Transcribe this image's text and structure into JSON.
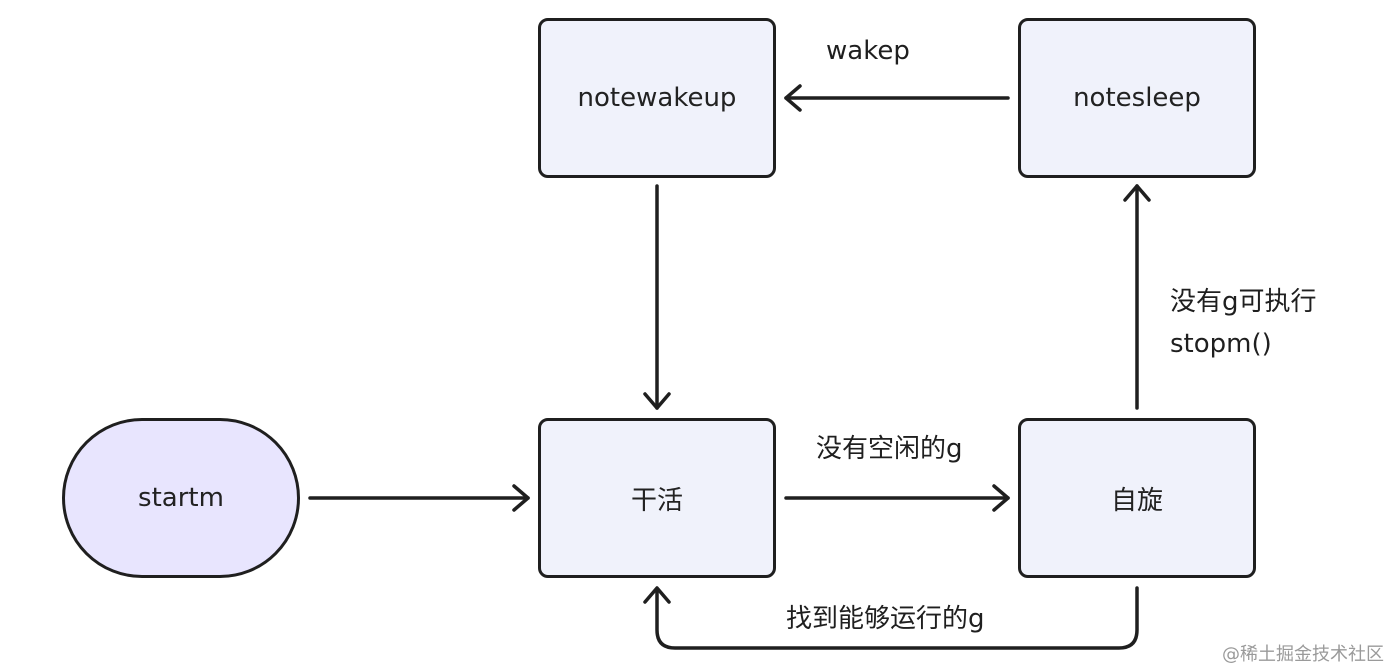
{
  "nodes": {
    "notewakeup": "notewakeup",
    "notesleep": "notesleep",
    "startm": "startm",
    "work": "干活",
    "spin": "自旋"
  },
  "edge_labels": {
    "wakep": "wakep",
    "no_idle_g": "没有空闲的g",
    "no_g_line1": "没有g可执行",
    "no_g_line2": "stopm()",
    "found_g": "找到能够运行的g"
  },
  "watermark": "@稀土掘金技术社区",
  "colors": {
    "box_fill": "#f0f2fb",
    "start_fill": "#e8e5fe",
    "stroke": "#1f1f1f"
  }
}
